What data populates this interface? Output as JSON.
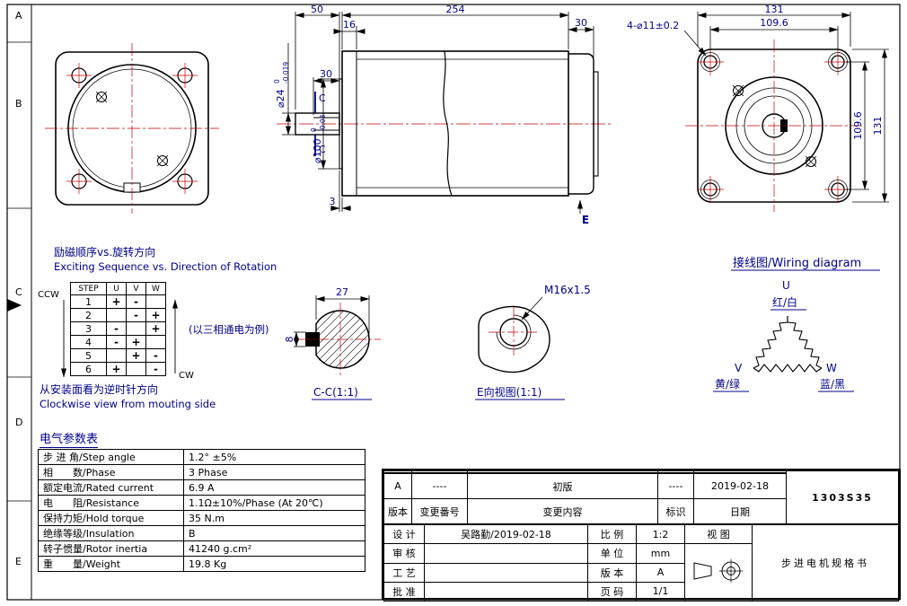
{
  "colors": {
    "line": "#000000",
    "dim_text": "#00008b",
    "centerline": "#c00000"
  },
  "zones": {
    "letters": [
      "A",
      "B",
      "C",
      "D",
      "E"
    ]
  },
  "dims": {
    "shaft_len": "50",
    "body_len": "254",
    "front_w": "16",
    "cap_w": "30",
    "flat_len": "30",
    "boss_t": "3",
    "shaft_dia": "⌀24",
    "shaft_tol_hi": "0",
    "shaft_tol_lo": "-0.019",
    "pilot_dia": "⌀100",
    "pilot_tol_hi": "0",
    "pilot_tol_lo": "-0.03",
    "section_mark": "C",
    "e_mark": "E"
  },
  "rear": {
    "width_top": "131",
    "span_top": "109.6",
    "span_right": "109.6",
    "height_right": "131",
    "holes_label": "4-⌀11±0.2"
  },
  "cc": {
    "width": "27",
    "key": "8",
    "label": "C-C(1:1)"
  },
  "eview": {
    "thread": "M16x1.5",
    "label": "E向视图(1:1)"
  },
  "wiring": {
    "title": "接线图/Wiring diagram",
    "u": "U",
    "v": "V",
    "w": "W",
    "u_color": "红/白",
    "v_color": "黄/绿",
    "w_color": "蓝/黑"
  },
  "excitation": {
    "title_cn": "励磁顺序vs.旋转方向",
    "title_en": "Exciting Sequence vs. Direction of Rotation",
    "ccw": "CCW",
    "cw": "CW",
    "note": "(以三相通电为例)",
    "footer_cn": "从安装面看为逆时针方向",
    "footer_en": "Clockwise view from mouting side",
    "headers": [
      "STEP",
      "U",
      "V",
      "W"
    ],
    "rows": [
      [
        "1",
        "+",
        "-",
        ""
      ],
      [
        "2",
        "",
        "-",
        "+"
      ],
      [
        "3",
        "-",
        "",
        "+"
      ],
      [
        "4",
        "-",
        "+",
        ""
      ],
      [
        "5",
        "",
        "+",
        "-"
      ],
      [
        "6",
        "+",
        "",
        "-"
      ]
    ]
  },
  "elec": {
    "title": "电气参数表",
    "rows": [
      {
        "label": "步 进 角/Step angle",
        "value": "1.2° ±5%"
      },
      {
        "label": "相　　数/Phase",
        "value": "3  Phase"
      },
      {
        "label": "额定电流/Rated current",
        "value": "6.9  A"
      },
      {
        "label": "电　　阻/Resistance",
        "value": "1.1Ω±10%/Phase  (At 20℃)"
      },
      {
        "label": "保持力矩/Hold torque",
        "value": "35 N.m"
      },
      {
        "label": "绝缘等级/Insulation",
        "value": "B"
      },
      {
        "label": "转子惯量/Rotor inertia",
        "value": "41240 g.cm²"
      },
      {
        "label": "重　　量/Weight",
        "value": "19.8 Kg"
      }
    ]
  },
  "titleblock": {
    "rev_row": {
      "ver": "A",
      "change_no": "----",
      "content": "初版",
      "mark": "----",
      "date": "2019-02-18"
    },
    "rev_headers": {
      "ver": "版本",
      "change_no": "变更番号",
      "content": "变更内容",
      "mark": "标识",
      "date": "日期"
    },
    "part_no": "1303S35",
    "doc_title": "步进电机规格书",
    "design_label": "设 计",
    "design_value": "吴路勤/2019-02-18",
    "check_label": "审 核",
    "check_value": "",
    "process_label": "工 艺",
    "process_value": "",
    "approve_label": "批 准",
    "approve_value": "",
    "scale_label": "比 例",
    "scale_value": "1:2",
    "unit_label": "单 位",
    "unit_value": "mm",
    "ver_label": "版 本",
    "ver_value": "A",
    "page_label": "页 码",
    "page_value": "1/1",
    "view_label": "视 图"
  }
}
